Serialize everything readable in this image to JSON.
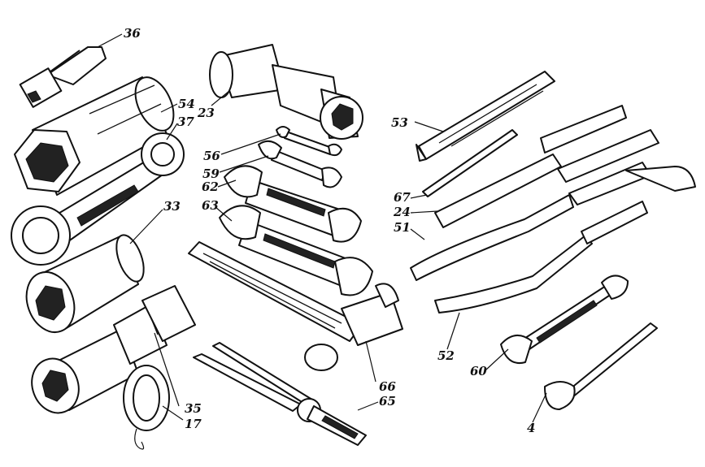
{
  "labels": {
    "l36": "36",
    "l54": "54",
    "l37": "37",
    "l23": "23",
    "l56": "56",
    "l59": "59",
    "l62": "62",
    "l63": "63",
    "l33": "33",
    "l53": "53",
    "l67": "67",
    "l24": "24",
    "l51": "51",
    "l52": "52",
    "l60": "60",
    "l66": "66",
    "l65": "65",
    "l35": "35",
    "l17": "17",
    "l4": "4"
  }
}
